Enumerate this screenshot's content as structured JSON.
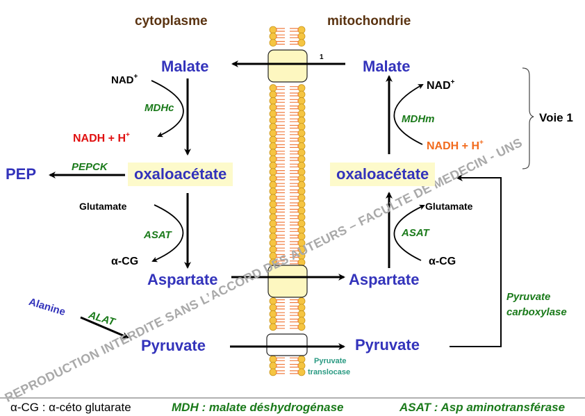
{
  "headers": {
    "left": "cytoplasme",
    "right": "mitochondrie"
  },
  "cytoplasm": {
    "malate": "Malate",
    "nad": "NAD",
    "nad_sup": "+",
    "mdh": "MDHc",
    "nadh": "NADH + H",
    "nadh_sup": "+",
    "pep": "PEP",
    "pepck": "PEPCK",
    "oxaloacetate": "oxaloacétate",
    "glutamate": "Glutamate",
    "asat": "ASAT",
    "acg": "α-CG",
    "aspartate": "Aspartate",
    "alanine": "Alanine",
    "alat": "ALAT",
    "pyruvate": "Pyruvate"
  },
  "mitochondria": {
    "malate": "Malate",
    "nad": "NAD",
    "nad_sup": "+",
    "mdh": "MDHm",
    "nadh": "NADH + H",
    "nadh_sup": "+",
    "oxaloacetate": "oxaloacétate",
    "glutamate": "Glutamate",
    "asat": "ASAT",
    "acg": "α-CG",
    "aspartate": "Aspartate",
    "pyruvate": "Pyruvate",
    "pyruvate_carboxylase_1": "Pyruvate",
    "pyruvate_carboxylase_2": "carboxylase"
  },
  "membrane": {
    "transporter_1_label": "1",
    "translocase_1": "Pyruvate",
    "translocase_2": "translocase"
  },
  "voie": "Voie 1",
  "watermark": "REPRODUCTION INTERDITE SANS L’ACCORD DES AUTEURS – FACULTE DE MEDECIN - UNS",
  "legend": {
    "acg": "α-CG : α-céto glutarate",
    "mdh": "MDH : malate déshydrogénase",
    "asat": "ASAT : Asp aminotransférase"
  },
  "colors": {
    "metabolite": "#3333bb",
    "enzyme": "#1a7a1a",
    "header": "#5a3311",
    "nadh_cyto": "#e01010",
    "nadh_mito": "#f26b1d",
    "translocase": "#2a9a82",
    "highlight": "#fdfacb",
    "lipid_head": "#f5c542",
    "lipid_tail": "#f07b3f",
    "transporter": "#fdf7c0"
  }
}
